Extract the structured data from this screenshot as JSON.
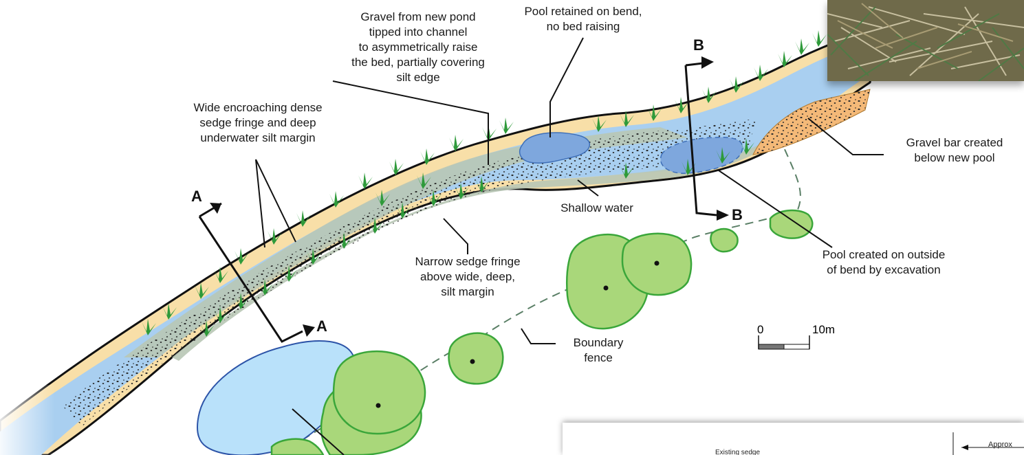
{
  "labels": {
    "gravel_from_pond": [
      "Gravel from new pond",
      "tipped into channel",
      "to asymmetrically raise",
      "the bed, partially covering",
      "silt edge"
    ],
    "pool_retained": [
      "Pool retained on bend,",
      "no bed raising"
    ],
    "wide_fringe": [
      "Wide encroaching dense",
      "sedge fringe and deep",
      "underwater silt margin"
    ],
    "gravel_bar": [
      "Gravel bar created",
      "below new pool"
    ],
    "shallow_water": "Shallow water",
    "narrow_fringe": [
      "Narrow sedge fringe",
      "above wide, deep,",
      "silt margin"
    ],
    "pool_created": [
      "Pool created on outside",
      "of bend by excavation"
    ],
    "boundary_fence": [
      "Boundary",
      "fence"
    ]
  },
  "sections": {
    "a": "A",
    "b": "B"
  },
  "scale": {
    "zero": "0",
    "ten": "10m"
  },
  "inset": {
    "existing_sedge": "Existing sedge",
    "approx": "Approx"
  },
  "colors": {
    "water": "#a9cff0",
    "bank": "#f8dfa8",
    "silt": "#b8c7b5",
    "pool": "#7ea7dd",
    "gravel_bar": "#f4b978",
    "pond": "#b9e1fa",
    "tree": "#a9d77a",
    "tree_stroke": "#3aa63a",
    "sedge": "#2e9a3a"
  }
}
